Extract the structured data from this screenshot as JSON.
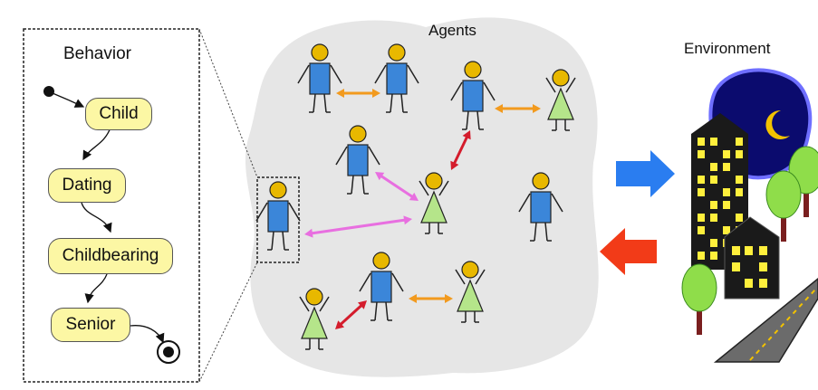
{
  "behavior_panel": {
    "title": "Behavior",
    "states": [
      "Child",
      "Dating",
      "Childbearing",
      "Senior"
    ]
  },
  "agents_panel": {
    "title": "Agents"
  },
  "environment_panel": {
    "title": "Environment"
  },
  "colors": {
    "agent_head": "#e8b800",
    "male_body": "#3b86d9",
    "female_body": "#b5e58a",
    "arrow_orange": "#f29a1e",
    "arrow_red": "#d41c2c",
    "arrow_pink": "#e86fe0",
    "arrow_blue": "#2a7df0",
    "arrow_red_big": "#f23b18",
    "state_fill": "#fcf7a4",
    "cloud": "#e6e6e6",
    "night_sky": "#0b0b6e",
    "moon": "#f2c200",
    "building": "#1a1a1a",
    "window": "#ffef3c",
    "tree": "#8fdd4a",
    "trunk": "#7a1f1f"
  },
  "icons": [
    "start-node-icon",
    "end-node-icon",
    "male-agent-icon",
    "female-agent-icon",
    "moon-icon",
    "building-icon",
    "tree-icon",
    "road-icon"
  ]
}
